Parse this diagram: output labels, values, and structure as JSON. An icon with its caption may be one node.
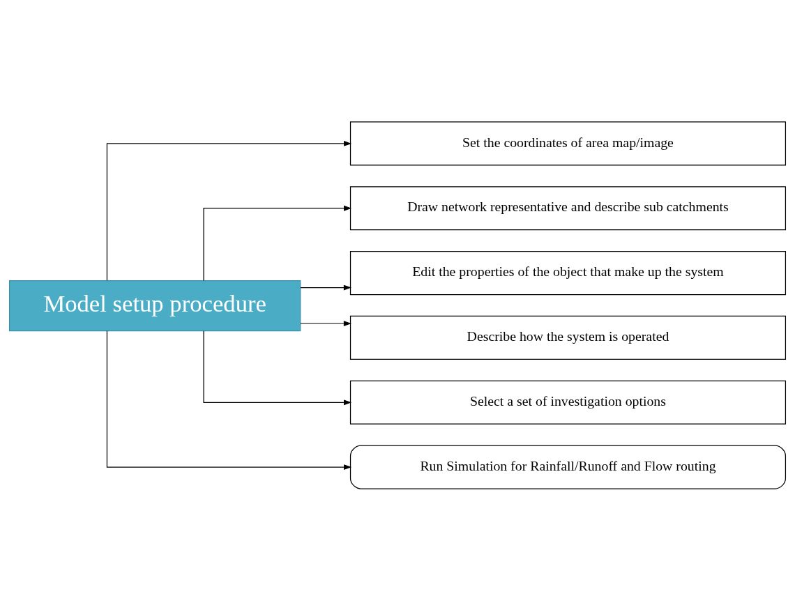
{
  "diagram": {
    "nodes": [
      {
        "text": [
          "Model setup procedure"
        ]
      },
      {
        "text": [
          "Set the coordinates of area map/image"
        ]
      },
      {
        "text": [
          "Draw network representative and describe sub catchments"
        ]
      },
      {
        "text": [
          "Edit the properties of the object that make up the system"
        ]
      },
      {
        "text": [
          "Describe how the system is operated"
        ]
      },
      {
        "text": [
          "Select a set of investigation options"
        ]
      },
      {
        "text": [
          "Run Simulation for Rainfall/Runoff and Flow routing"
        ]
      }
    ],
    "edges": [
      {
        "from": 0,
        "to": 1,
        "arrow": "to"
      },
      {
        "from": 0,
        "to": 2,
        "arrow": "to"
      },
      {
        "from": 0,
        "to": 3,
        "arrow": "to"
      },
      {
        "from": 0,
        "to": 4,
        "arrow": "to"
      },
      {
        "from": 0,
        "to": 5,
        "arrow": "to"
      },
      {
        "from": 0,
        "to": 6,
        "arrow": "to"
      }
    ]
  }
}
